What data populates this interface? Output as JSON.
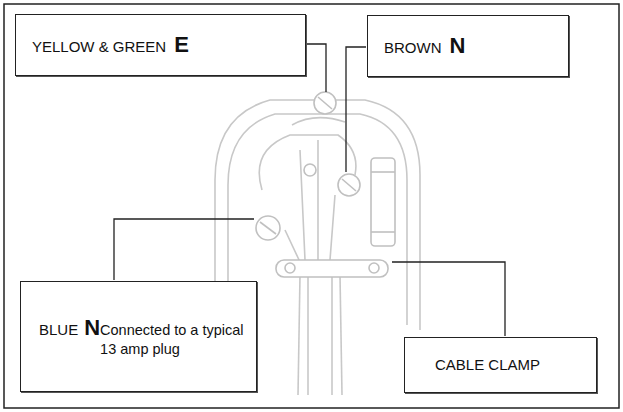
{
  "diagram": {
    "nodes": [
      {
        "text": [
          "YELLOW & GREEN",
          "E"
        ]
      },
      {
        "text": [
          "BROWN",
          "N"
        ]
      },
      {
        "text": [
          "BLUE",
          "N",
          "Connected to a typical 13 amp plug"
        ]
      },
      {
        "text": [
          "CABLE CLAMP"
        ]
      }
    ]
  }
}
